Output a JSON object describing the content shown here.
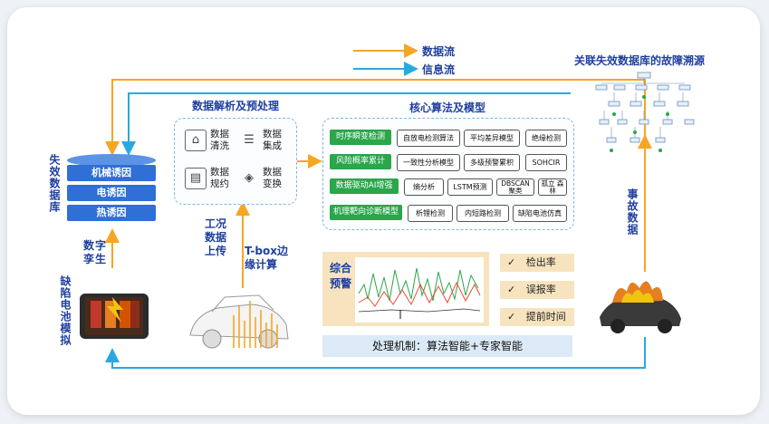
{
  "legend": {
    "data_flow": "数据流",
    "info_flow": "信息流"
  },
  "titles": {
    "parse": "数据解析及预处理",
    "core": "核心算法及模型",
    "trace": "关联失效数据库的故障溯源"
  },
  "db": {
    "side_label": "失效数据库",
    "bands": [
      "机械诱因",
      "电诱因",
      "热诱因"
    ]
  },
  "left_labels": {
    "digital_twin": "数字孪生",
    "defect_sim": "缺陷电池模拟"
  },
  "middle_labels": {
    "condition_upload": "工况数据上传",
    "tbox": "T-box边缘计算"
  },
  "right_labels": {
    "accident_data": "事故数据"
  },
  "preprocess": [
    {
      "icon": "broom-icon",
      "label": "数据清洗"
    },
    {
      "icon": "stack-icon",
      "label": "数据集成"
    },
    {
      "icon": "document-icon",
      "label": "数据规约"
    },
    {
      "icon": "diamond-icon",
      "label": "数据变换"
    }
  ],
  "core_rows": [
    {
      "main": "时序瞬变检测",
      "items": [
        "自放电检测算法",
        "平均差异模型",
        "绝缘检测"
      ]
    },
    {
      "main": "风险概率累计",
      "items": [
        "一致性分析模型",
        "多级预警累积",
        "SOHCIR"
      ]
    },
    {
      "main": "数据驱动AI增强",
      "items": [
        "熵分析",
        "LSTM预测",
        "DBSCAN 聚类",
        "孤立 森林"
      ]
    },
    {
      "main": "机理靶向诊断模型",
      "items": [
        "析锂检测",
        "内短路检测",
        "缺陷电池仿真"
      ]
    }
  ],
  "warning": {
    "label": "综合预警"
  },
  "metrics": [
    "检出率",
    "误报率",
    "提前时间"
  ],
  "mechanism": "处理机制：算法智能+专家智能",
  "colors": {
    "data_flow": "#f5a623",
    "info_flow": "#2aa9e0",
    "title": "#1f3f9f",
    "green": "#2aa64b",
    "db_blue": "#2f6fd6"
  }
}
